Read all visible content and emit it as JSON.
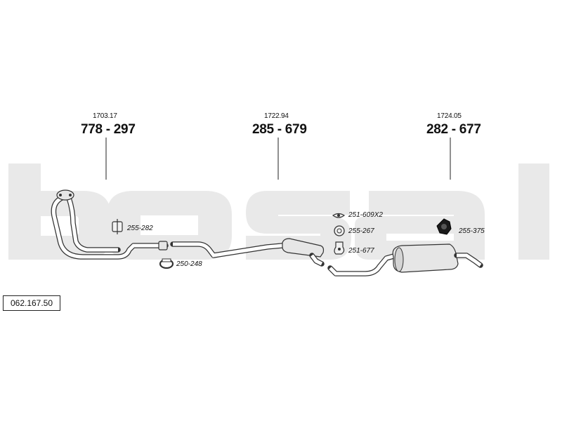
{
  "watermark": "bosal",
  "catalog_code": "062.167.50",
  "sections": [
    {
      "ref": "1703.17",
      "part_number": "778 - 297"
    },
    {
      "ref": "1722.94",
      "part_number": "285 - 679"
    },
    {
      "ref": "1724.05",
      "part_number": "282 - 677"
    }
  ],
  "accessories": [
    {
      "code": "255-282",
      "icon": "clamp-icon"
    },
    {
      "code": "250-248",
      "icon": "ring-clamp-icon"
    },
    {
      "code": "251-609X2",
      "icon": "gasket-icon"
    },
    {
      "code": "255-267",
      "icon": "rubber-mount-icon"
    },
    {
      "code": "251-677",
      "icon": "hanger-icon"
    },
    {
      "code": "255-375",
      "icon": "nut-icon"
    }
  ]
}
